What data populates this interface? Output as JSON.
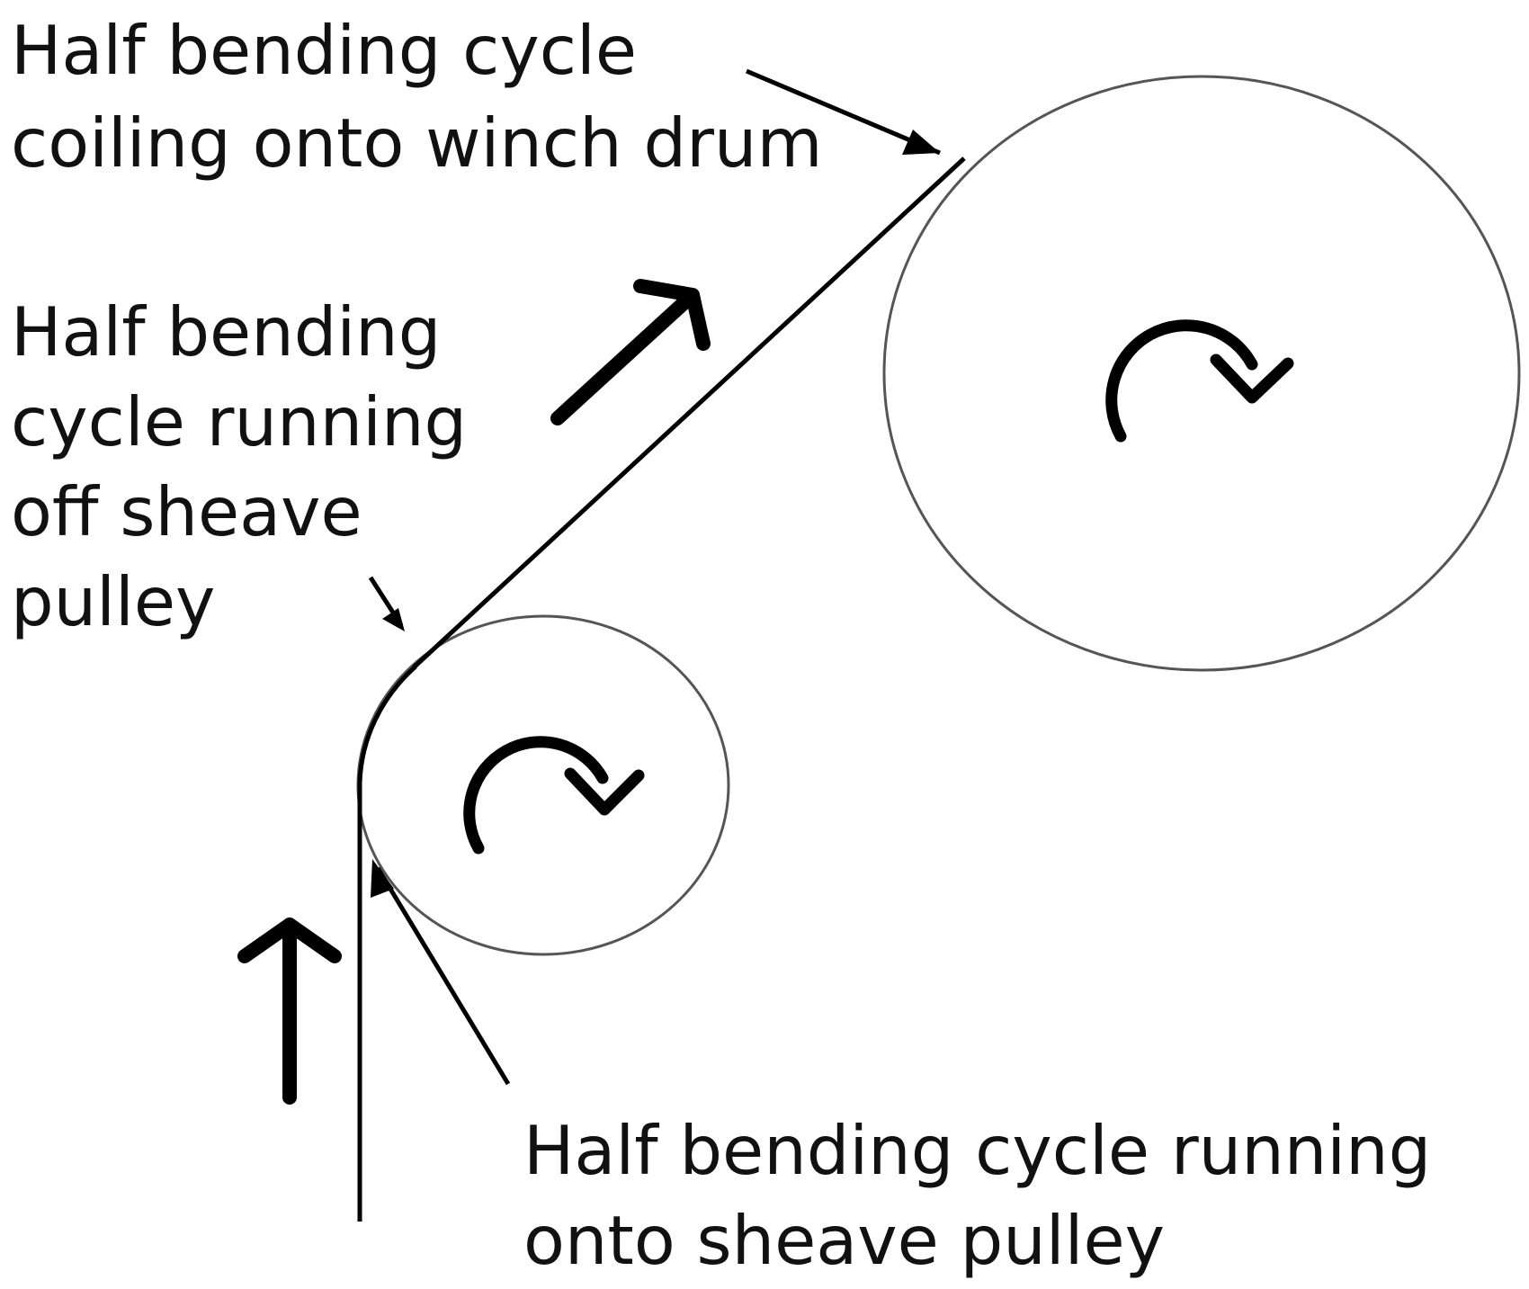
{
  "labels": {
    "winch_drum_label": {
      "line1": "Half bending cycle",
      "line2": "coiling onto winch drum"
    },
    "off_sheave_label": {
      "line1": "Half bending",
      "line2": "cycle running",
      "line3": "off sheave",
      "line4": "pulley"
    },
    "onto_sheave_label": {
      "line1": "Half bending cycle running",
      "line2": "onto sheave pulley"
    }
  },
  "icons": {
    "drum_rotation": "clockwise-rotation-icon",
    "sheave_rotation": "clockwise-rotation-icon",
    "rope_direction_diagonal": "arrow-up-right-icon",
    "rope_direction_vertical": "arrow-up-icon"
  },
  "colors": {
    "stroke": "#000000",
    "circle_stroke": "#555555",
    "background": "#ffffff",
    "text": "#111111"
  }
}
